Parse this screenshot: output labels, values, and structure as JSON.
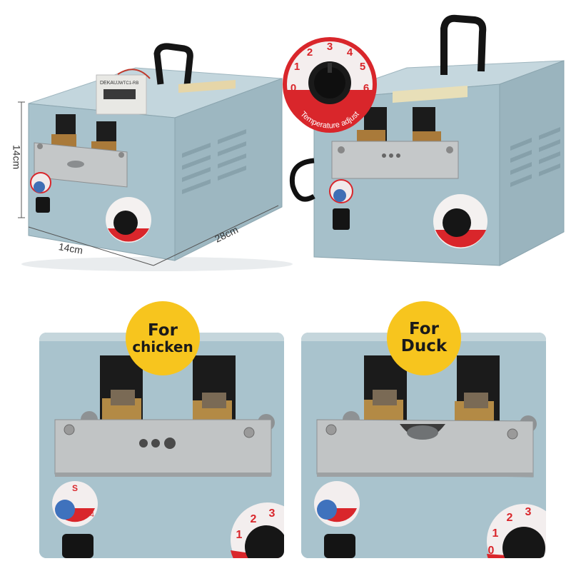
{
  "dimensions": {
    "height": "14cm",
    "width": "14cm",
    "length": "28cm"
  },
  "dial": {
    "numbers": [
      "0",
      "1",
      "2",
      "3",
      "4",
      "5",
      "6"
    ],
    "label": "Temperature adjust"
  },
  "small_knob": {
    "label": "S",
    "numbers": [
      "4"
    ]
  },
  "counter": {
    "brand": "DEKAU",
    "model": "JWTC1-RB"
  },
  "panels": [
    {
      "badge_line1": "For",
      "badge_line2": "chicken"
    },
    {
      "badge_line1": "For",
      "badge_line2": "Duck"
    }
  ],
  "dial_closeup_numbers": [
    "0",
    "1",
    "2",
    "3"
  ],
  "colors": {
    "casing": "#a8c2cc",
    "badge": "#f7c51e",
    "dial_red": "#d9262b",
    "steel": "#bfc3c4"
  }
}
